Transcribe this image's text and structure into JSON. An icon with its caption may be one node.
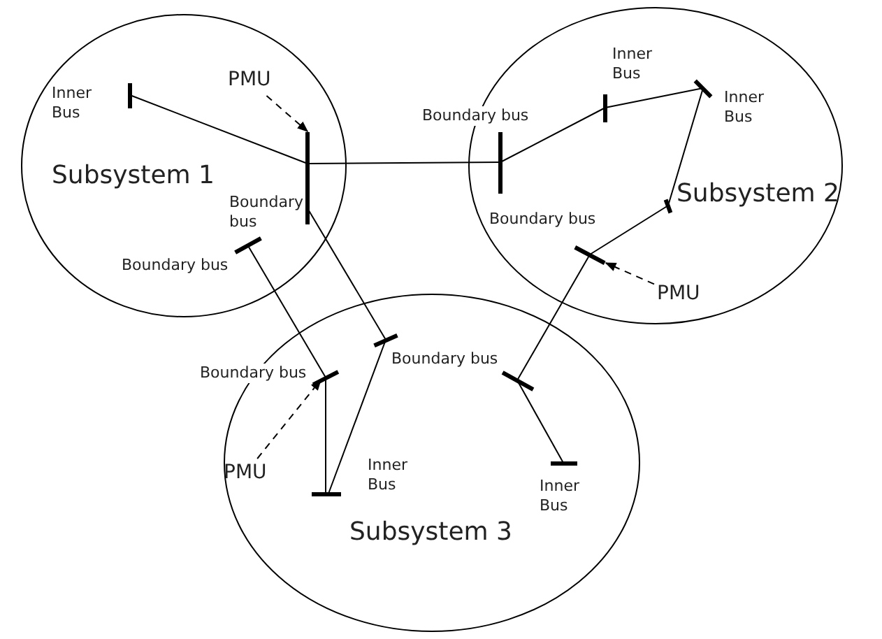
{
  "diagram": {
    "nodes": [
      {
        "text": [
          "Subsystem 1"
        ]
      },
      {
        "text": [],
        "shape": "bar",
        "in": 0,
        "beside": [
          "Inner Bus"
        ]
      },
      {
        "text": [
          "PMU"
        ],
        "in": 0
      },
      {
        "text": [],
        "shape": "bar",
        "in": 0,
        "beside": [
          "Boundary bus"
        ]
      },
      {
        "text": [],
        "shape": "bar",
        "in": 0,
        "beside": [
          "Boundary bus"
        ]
      },
      {
        "text": [
          "Subsystem 2"
        ]
      },
      {
        "text": [],
        "shape": "bar",
        "in": 5,
        "beside": [
          "Boundary bus"
        ]
      },
      {
        "text": [],
        "shape": "bar",
        "in": 5,
        "beside": [
          "Inner Bus"
        ]
      },
      {
        "text": [],
        "shape": "bar",
        "in": 5,
        "beside": [
          "Inner Bus"
        ]
      },
      {
        "text": [],
        "shape": "bar",
        "in": 5
      },
      {
        "text": [],
        "shape": "bar",
        "in": 5,
        "beside": [
          "Boundary bus"
        ]
      },
      {
        "text": [
          "PMU"
        ],
        "in": 5
      },
      {
        "text": [
          "Subsystem 3"
        ]
      },
      {
        "text": [],
        "shape": "bar",
        "in": 12,
        "beside": [
          "Boundary bus"
        ]
      },
      {
        "text": [],
        "shape": "bar",
        "in": 12,
        "beside": [
          "Boundary bus"
        ]
      },
      {
        "text": [],
        "shape": "bar",
        "in": 12
      },
      {
        "text": [],
        "shape": "bar",
        "in": 12,
        "beside": [
          "Inner Bus"
        ]
      },
      {
        "text": [],
        "shape": "bar",
        "in": 12,
        "beside": [
          "Inner Bus"
        ]
      },
      {
        "text": [
          "PMU"
        ],
        "in": 12
      }
    ],
    "edges": [
      {
        "from": 1,
        "to": 3,
        "arrow": "none"
      },
      {
        "from": 2,
        "to": 3,
        "arrow": "to",
        "style": "dashed"
      },
      {
        "from": 3,
        "to": 6,
        "arrow": "none"
      },
      {
        "from": 6,
        "to": 7,
        "arrow": "none"
      },
      {
        "from": 7,
        "to": 8,
        "arrow": "none"
      },
      {
        "from": 8,
        "to": 9,
        "arrow": "none"
      },
      {
        "from": 9,
        "to": 10,
        "arrow": "none"
      },
      {
        "from": 11,
        "to": 10,
        "arrow": "to",
        "style": "dashed"
      },
      {
        "from": 10,
        "to": 15,
        "arrow": "none"
      },
      {
        "from": 15,
        "to": 17,
        "arrow": "none"
      },
      {
        "from": 3,
        "to": 13,
        "arrow": "none"
      },
      {
        "from": 4,
        "to": 14,
        "arrow": "none"
      },
      {
        "from": 14,
        "to": 16,
        "arrow": "none"
      },
      {
        "from": 13,
        "to": 16,
        "arrow": "none"
      },
      {
        "from": 18,
        "to": 14,
        "arrow": "to",
        "style": "dashed"
      }
    ]
  }
}
